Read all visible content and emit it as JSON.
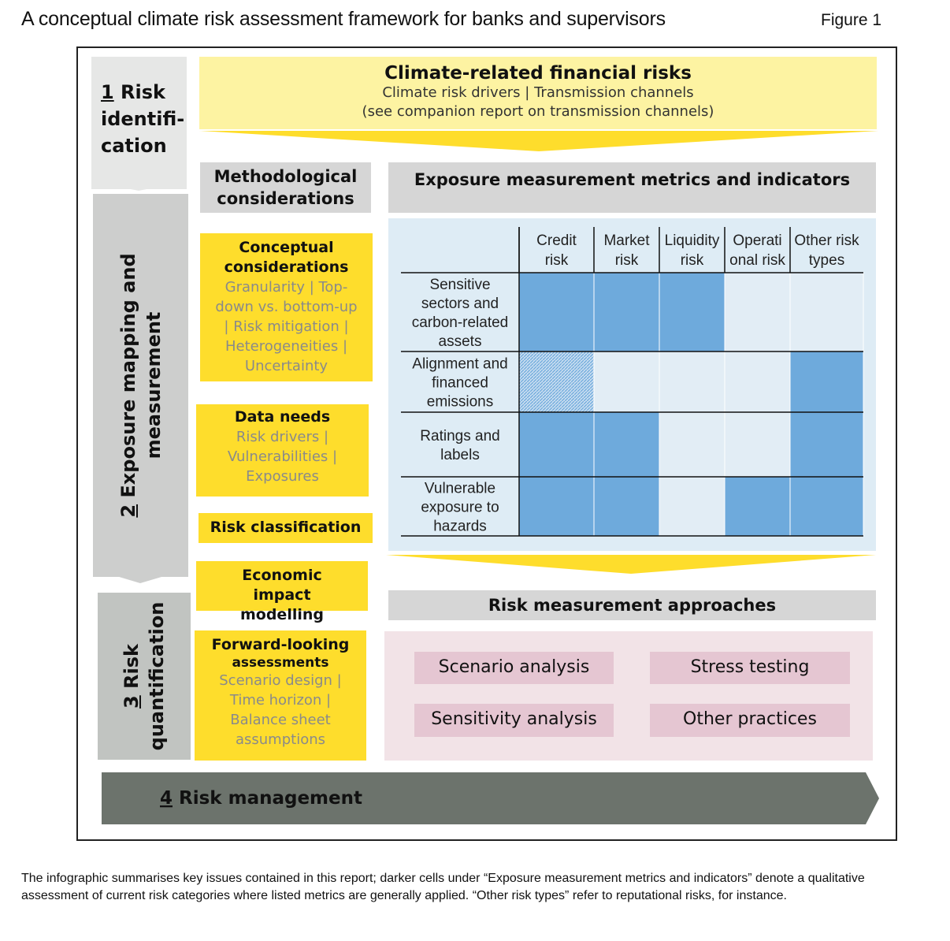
{
  "header": {
    "title": "A conceptual climate risk assessment framework for banks and supervisors",
    "figure_label": "Figure 1"
  },
  "steps": {
    "s1": {
      "num": "1",
      "line1": " Risk",
      "line2": "identifi-",
      "line3": "cation"
    },
    "s2": {
      "num": "2",
      "line1": " Exposure mapping and",
      "line2": "measurement"
    },
    "s3": {
      "num": "3",
      "line1": " Risk",
      "line2": "quantification"
    },
    "s4": {
      "num": "4",
      "label": " Risk management"
    }
  },
  "banner": {
    "title": "Climate-related financial risks",
    "line1": "Climate risk drivers | Transmission channels",
    "line2": "(see companion report on transmission channels)"
  },
  "methodological": {
    "header": "Methodological considerations",
    "conceptual": {
      "title": "Conceptual considerations",
      "items": [
        "Granularity | Top-",
        "down vs. bottom-up",
        "| Risk mitigation |",
        "Heterogeneities |",
        "Uncertainty"
      ]
    },
    "data_needs": {
      "title": "Data needs",
      "items": [
        "Risk drivers |",
        "Vulnerabilities |",
        "Exposures"
      ]
    },
    "risk_classification": "Risk classification",
    "economic_impact": "Economic impact modelling",
    "forward_looking": {
      "title": "Forward-looking",
      "subtitle": "assessments",
      "items": [
        "Scenario design |",
        "Time horizon |",
        "Balance sheet",
        "assumptions"
      ]
    }
  },
  "exposure": {
    "header": "Exposure measurement metrics and indicators",
    "columns": [
      [
        "Credit",
        "risk"
      ],
      [
        "Market",
        "risk"
      ],
      [
        "Liquidity",
        "risk"
      ],
      [
        "Operati",
        "onal risk"
      ],
      [
        "Other risk",
        "types"
      ]
    ],
    "rows": [
      {
        "label": [
          "Sensitive",
          "sectors and",
          "carbon-related",
          "assets"
        ],
        "cells": [
          "dark",
          "dark",
          "dark",
          "light",
          "light"
        ]
      },
      {
        "label": [
          "Alignment and",
          "financed",
          "emissions"
        ],
        "cells": [
          "hatched",
          "light",
          "light",
          "light",
          "dark"
        ]
      },
      {
        "label": [
          "Ratings and",
          "labels"
        ],
        "cells": [
          "dark",
          "dark",
          "light",
          "light",
          "dark"
        ]
      },
      {
        "label": [
          "Vulnerable",
          "exposure to",
          "hazards"
        ],
        "cells": [
          "dark",
          "dark",
          "light",
          "dark",
          "dark"
        ]
      }
    ],
    "colors": {
      "dark": "#6eaadc",
      "light": "#e2edf5",
      "panel": "#deecf5"
    }
  },
  "risk_measurement": {
    "header": "Risk measurement approaches",
    "approaches": [
      "Scenario analysis",
      "Stress testing",
      "Sensitivity analysis",
      "Other practices"
    ]
  },
  "caption": "The infographic summarises key issues contained in this report; darker cells under “Exposure measurement metrics and indicators” denote a qualitative assessment of current risk categories where listed metrics are generally applied. “Other risk types” refer to reputational risks, for instance.",
  "colors": {
    "yellow": "#fedd2c",
    "pale_yellow": "#fdf3a2",
    "grey_header": "#d6d6d6",
    "pink_panel": "#f2e3e7",
    "pink_box": "#e5c6d2",
    "management": "#6c736c"
  }
}
